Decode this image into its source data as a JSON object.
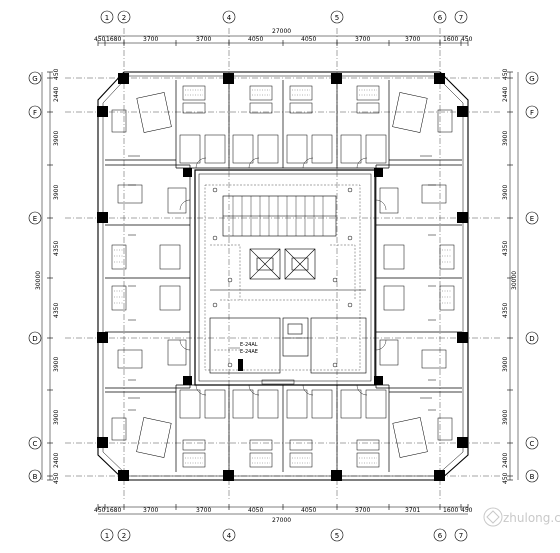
{
  "grid_columns": [
    "1",
    "2",
    "4",
    "5",
    "6",
    "7"
  ],
  "grid_rows": [
    "G",
    "F",
    "E",
    "D",
    "C",
    "B"
  ],
  "dimensions": {
    "top_total": "27000",
    "top_segments": [
      "450",
      "1680",
      "3700",
      "3700",
      "4050",
      "4050",
      "3700",
      "3700",
      "1600",
      "450"
    ],
    "bottom_total": "27000",
    "bottom_segments": [
      "450",
      "1680",
      "3700",
      "3700",
      "4050",
      "4050",
      "3700",
      "3701",
      "1600",
      "450"
    ],
    "left_total": "30000",
    "left_segments": [
      "450",
      "2440",
      "3900",
      "3900",
      "4350",
      "4350",
      "3900",
      "3900",
      "2400",
      "450"
    ],
    "right_total": "30000",
    "right_segments": [
      "450",
      "2440",
      "3900",
      "3900",
      "4350",
      "4350",
      "3900",
      "3900",
      "2400",
      "450"
    ]
  },
  "annotations": {
    "circuit_a": "E-24AL",
    "circuit_b": "E-24AE"
  },
  "watermark": "zhulong.com",
  "colors": {
    "line": "#000000",
    "background": "#ffffff",
    "watermark": "#c9c9c9"
  }
}
